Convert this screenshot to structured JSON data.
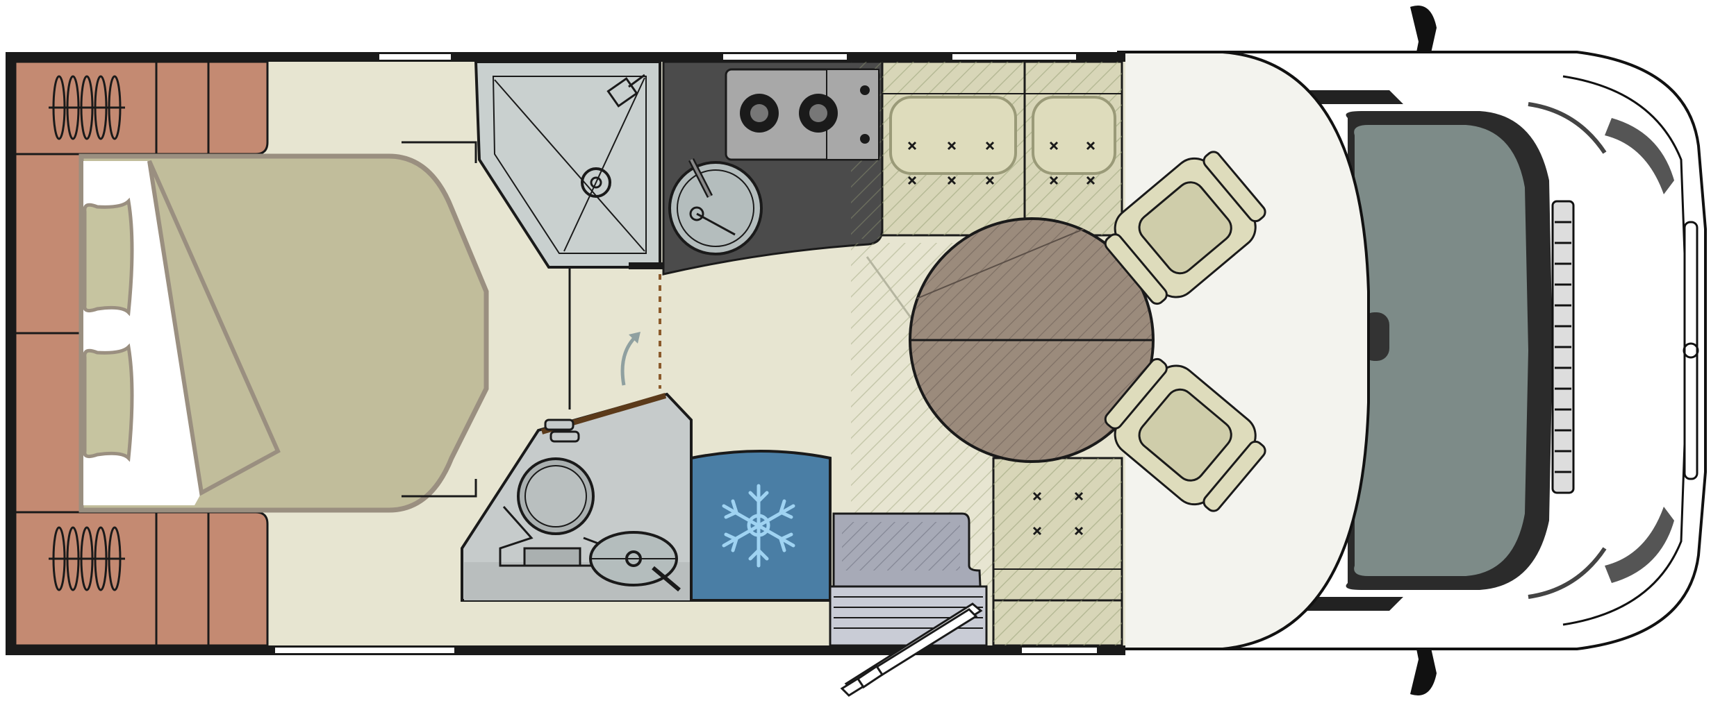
{
  "diagram": {
    "kind": "motorhome floor plan (top view)",
    "colors": {
      "floor": "#e7e5d1",
      "wall": "#1a1a1a",
      "cabinet": "#c48a72",
      "bed": "#c1bd9b",
      "bed_outline": "#9a8f80",
      "pillow": "#c6c4a0",
      "sheet": "#ffffff",
      "shower": "#c9d0cf",
      "kitchen_counter": "#4b4b4b",
      "hob": "#a8a8a8",
      "sink": "#b4bdbd",
      "toilet_room": "#c6cbcb",
      "fridge": "#4a7ea5",
      "fridge_symbol": "#9fd3f2",
      "bench": "#d8d6b8",
      "cushion": "#dedcbc",
      "table": "#9b8b7c",
      "step": "#a7aab7",
      "cab": "#ffffff",
      "windshield": "#7d8b88",
      "door_hinge": "#8b5a2b"
    },
    "areas": [
      {
        "id": "rear-wardrobe-top",
        "icon": "hanger-icon"
      },
      {
        "id": "rear-wardrobe-bottom",
        "icon": "hanger-icon"
      },
      {
        "id": "double-bed",
        "icon": "bed-icon"
      },
      {
        "id": "shower",
        "icon": "shower-icon"
      },
      {
        "id": "kitchen",
        "icon": "hob-icon"
      },
      {
        "id": "toilet-room",
        "icon": "toilet-icon"
      },
      {
        "id": "fridge",
        "icon": "snowflake-icon"
      },
      {
        "id": "dinette",
        "icon": "round-table-icon"
      },
      {
        "id": "cab-seats",
        "icon": "seat-icon"
      },
      {
        "id": "cab",
        "icon": "van-cab-icon"
      },
      {
        "id": "entrance-door",
        "icon": "door-icon"
      }
    ]
  }
}
